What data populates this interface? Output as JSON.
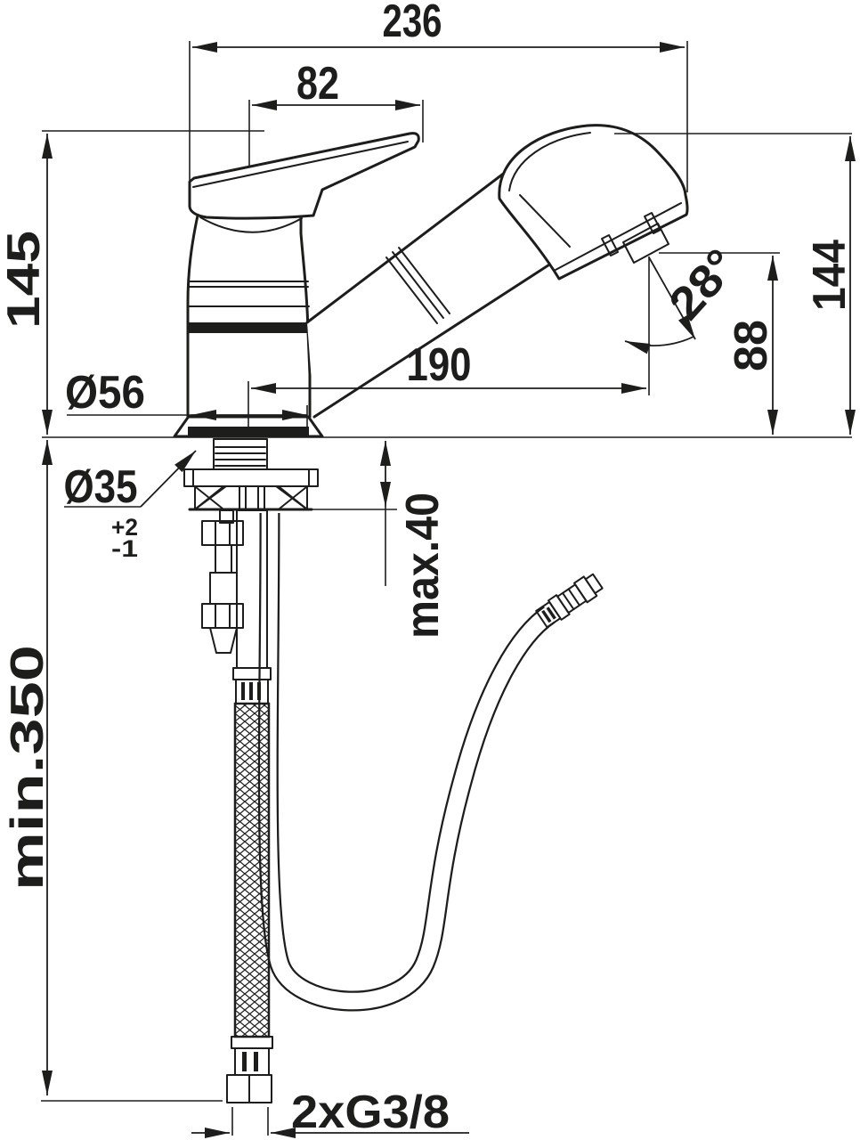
{
  "drawing": {
    "colors": {
      "line": "#1d1d1b",
      "background": "#ffffff"
    },
    "dims": {
      "total_width": "236",
      "handle_length": "82",
      "height_left": "145",
      "height_right": "144",
      "outlet_height": "88",
      "spray_angle": "28°",
      "spout_reach": "190",
      "base_diameter": "Ø56",
      "hole_diameter": "Ø35",
      "hole_tol_plus": "+2",
      "hole_tol_minus": "-1",
      "max_deck_thickness": "max.40",
      "min_hose_length": "min.350",
      "supply_connection": "2xG3/8"
    }
  }
}
